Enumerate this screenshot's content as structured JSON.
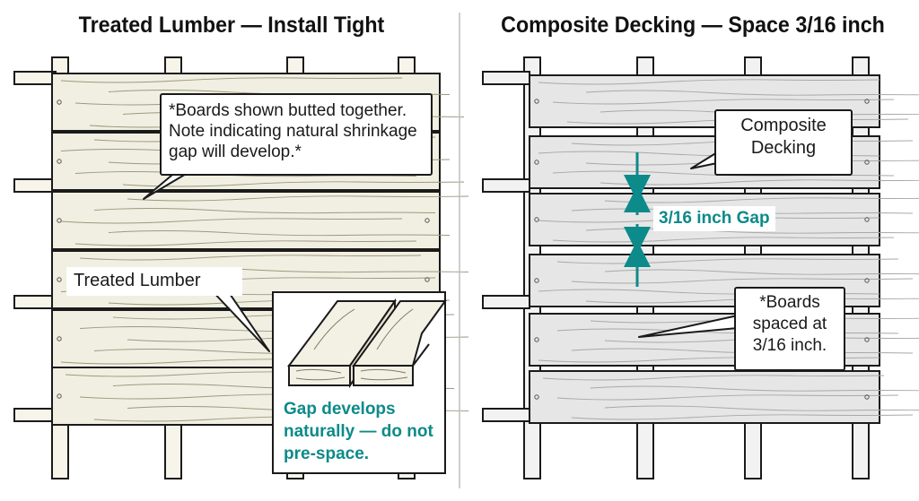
{
  "left_panel": {
    "title": "Treated Lumber — Install Tight",
    "note_callout": "*Boards shown butted together. Note indicating natural shrinkage gap will develop.*",
    "material_label": "Treated Lumber",
    "inset_caption": "Gap develops naturally — do not pre-space."
  },
  "right_panel": {
    "title": "Composite Decking — Space 3/16 inch",
    "material_label": "Composite Decking",
    "gap_label": "3/16 inch Gap",
    "spacing_note": "*Boards spaced at 3/16 inch."
  },
  "colors": {
    "wood_board": "#f1efe1",
    "composite_board": "#e6e6e6",
    "accent_teal": "#0d8a8a",
    "outline": "#1a1a1a"
  }
}
